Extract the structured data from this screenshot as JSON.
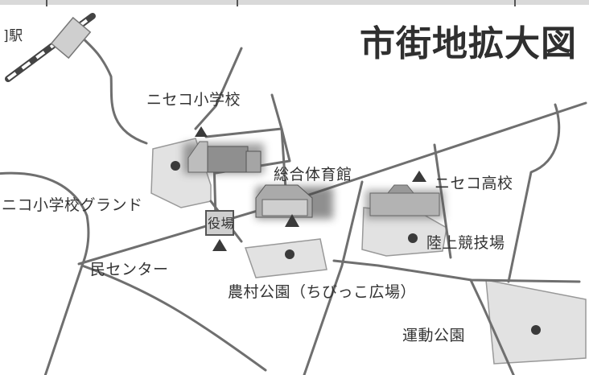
{
  "map": {
    "title": "市街地拡大図",
    "labels": {
      "station_fragment": "]駅",
      "niseko_elementary": "ニセコ小学校",
      "general_gym": "総合体育館",
      "niseko_high": "ニセコ高校",
      "elementary_ground": "ニコ小学校グランド",
      "athletics_field": "陸上競技場",
      "community_center": "民センター",
      "small_mark": "役場",
      "village_park": "農村公園（ちびっこ広場）",
      "sports_park": "運動公園"
    },
    "colors": {
      "road": "#6f6f6f",
      "park_fill": "#e2e2e2",
      "building": "#8a8a8a",
      "marker": "#3a3a3a"
    }
  }
}
